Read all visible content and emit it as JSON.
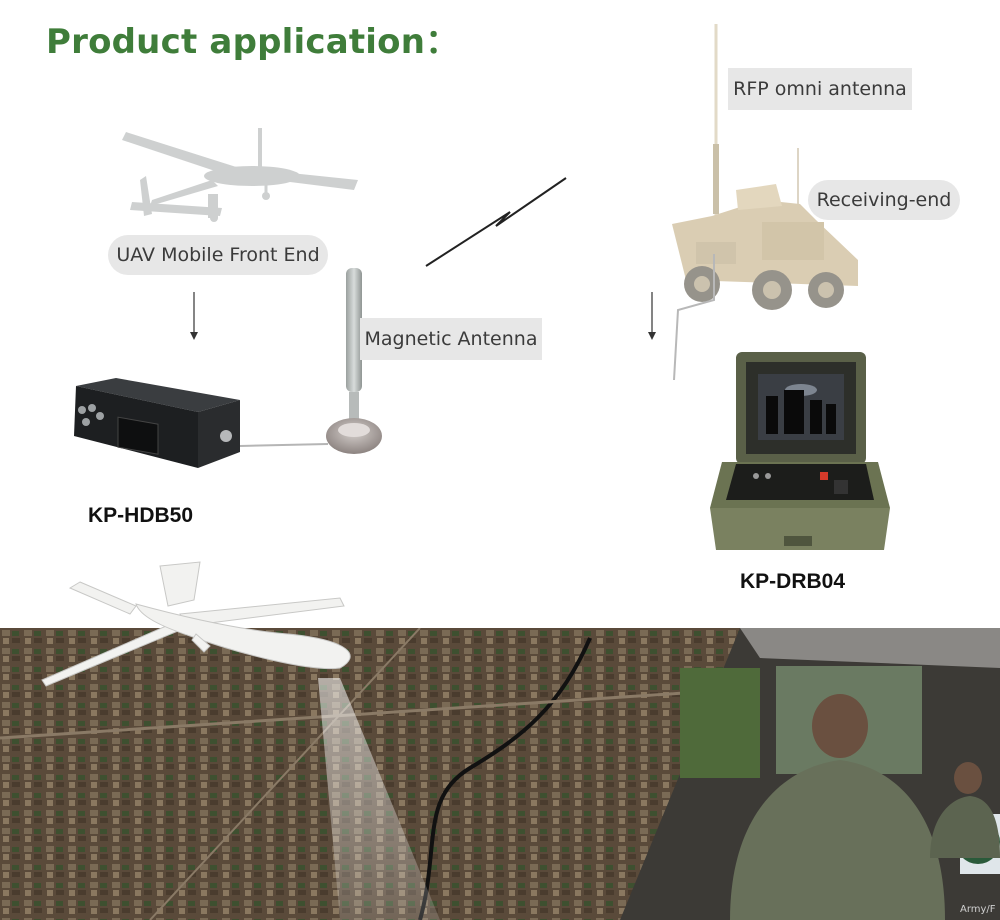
{
  "title": "Product application：",
  "labels": {
    "uav_front_end": "UAV Mobile Front End",
    "magnetic_antenna": "Magnetic Antenna",
    "rfp_omni_antenna": "RFP omni antenna",
    "receiving_end": "Receiving-end"
  },
  "models": {
    "transmitter": "KP-HDB50",
    "receiver": "KP-DRB04"
  },
  "photo_credit": "Army/F",
  "icons": [
    "uav-icon",
    "radio-link-icon",
    "armored-vehicle-icon",
    "transmitter-box-icon",
    "magnetic-antenna-icon",
    "receiver-case-icon",
    "drone-icon"
  ]
}
